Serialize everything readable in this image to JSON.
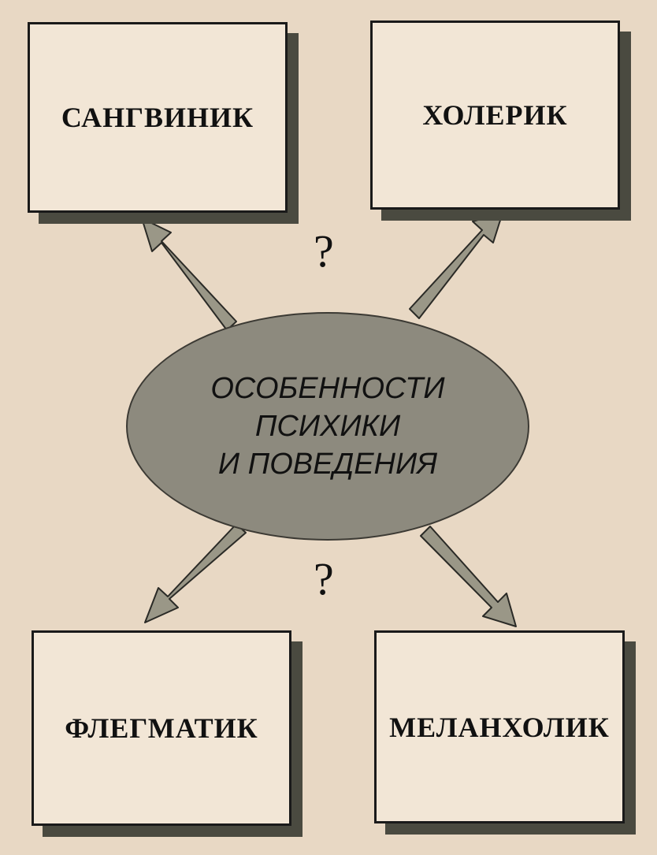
{
  "diagram": {
    "center": {
      "lines": [
        "ОСОБЕННОСТИ",
        "ПСИХИКИ",
        "И ПОВЕДЕНИЯ"
      ]
    },
    "boxes": {
      "top_left": "САНГВИНИК",
      "top_right": "ХОЛЕРИК",
      "bottom_left": "ФЛЕГМАТИК",
      "bottom_right": "МЕЛАНХОЛИК"
    },
    "question_marks": {
      "top": "?",
      "bottom": "?"
    },
    "colors": {
      "background": "#e8d8c4",
      "box_fill": "#f2e6d6",
      "box_shadow": "#4a4a40",
      "ellipse_fill": "#8d8a7e",
      "arrow_fill": "#9a9787",
      "outline": "#1a1a1a"
    }
  }
}
